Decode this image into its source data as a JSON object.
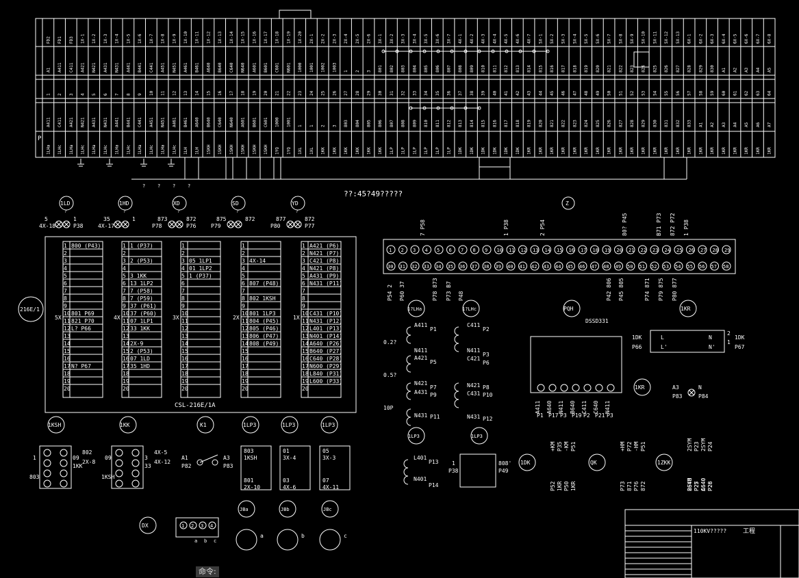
{
  "center_note": "??:45?49?????",
  "command_prompt": "命令:",
  "title_block": {
    "project": "110KV?????",
    "drawing": "工程"
  },
  "terminal_strip": {
    "left_label": "P",
    "row_a": [
      "FD2",
      "FD1",
      "FD3",
      "1X-1",
      "1X-2",
      "1X-3",
      "1X-4",
      "1X-5",
      "1X-6",
      "1X-7",
      "1X-8",
      "1X-9",
      "1X-10",
      "1X-11",
      "1X-12",
      "1X-13",
      "1X-14",
      "1X-15",
      "1X-16",
      "1X-17",
      "1X-18",
      "1X-19",
      "1X-20",
      "2X-1",
      "2X-2",
      "2X-3",
      "2X-4",
      "2X-5",
      "2X-6",
      "3X-1",
      "3X-2",
      "3X-3",
      "3X-4",
      "3X-5",
      "3X-6",
      "3X-7",
      "4X-1",
      "4X-2",
      "4X-3",
      "4X-4",
      "4X-5",
      "4X-6",
      "4X-7",
      "5X-1",
      "5X-2",
      "5X-3",
      "5X-4",
      "5X-5",
      "5X-6",
      "5X-7",
      "5X-8",
      "5X-9",
      "5X-10",
      "5X-11",
      "5X-12",
      "5X-13",
      "6X-1",
      "6X-2",
      "6X-3",
      "6X-4",
      "6X-5",
      "6X-6",
      "6X-7",
      "6X-8"
    ],
    "row_b": [
      "A1",
      "A411",
      "C411",
      "A421",
      "N421",
      "A431",
      "N431",
      "A441",
      "B441",
      "C441",
      "A451",
      "N451",
      "A461",
      "B461",
      "A640",
      "B640",
      "C640",
      "N640",
      "A601",
      "B601",
      "C601",
      "N601",
      "1000",
      "1001",
      "1002",
      "1003",
      "1",
      "2",
      "3",
      "801",
      "802",
      "803",
      "804",
      "805",
      "806",
      "807",
      "808",
      "809",
      "810",
      "811",
      "812",
      "813",
      "814",
      "815",
      "816",
      "817",
      "818",
      "819",
      "820",
      "821",
      "822",
      "823",
      "824",
      "825",
      "826",
      "827",
      "828",
      "829",
      "830",
      "A1",
      "A2",
      "A3",
      "A4",
      "A5"
    ],
    "row_c": [
      "1",
      "2",
      "3",
      "4",
      "5",
      "6",
      "7",
      "8",
      "9",
      "10",
      "11",
      "12",
      "13",
      "14",
      "15",
      "16",
      "17",
      "18",
      "19",
      "20",
      "21",
      "22",
      "23",
      "24",
      "25",
      "26",
      "27",
      "28",
      "29",
      "30",
      "31",
      "32",
      "33",
      "34",
      "35",
      "36",
      "37",
      "38",
      "39",
      "40",
      "41",
      "42",
      "43",
      "44",
      "45",
      "46",
      "47",
      "48",
      "49",
      "50",
      "51",
      "52",
      "53",
      "54",
      "55",
      "56",
      "57",
      "58",
      "59",
      "60",
      "61",
      "62",
      "63",
      "64"
    ],
    "row_d": [
      "A411",
      "C411",
      "A421",
      "N421",
      "A431",
      "N431",
      "A441",
      "B441",
      "C441",
      "A451",
      "N451",
      "A461",
      "B461",
      "A640",
      "B640",
      "C640",
      "N640",
      "A601",
      "B601",
      "C601",
      "1000",
      "1001",
      "1",
      "1",
      "2",
      "3",
      "803",
      "804",
      "805",
      "806",
      "807",
      "808",
      "809",
      "810",
      "811",
      "812",
      "813",
      "814",
      "815",
      "816",
      "817",
      "818",
      "819",
      "820",
      "821",
      "822",
      "823",
      "824",
      "825",
      "826",
      "827",
      "828",
      "829",
      "830",
      "831",
      "832",
      "833",
      "A1",
      "A2",
      "A3",
      "A4",
      "A5",
      "A6",
      "A7"
    ],
    "row_e": [
      "1LHa",
      "1LHc",
      "1LHa",
      "1LHc",
      "1LHa",
      "1LHc",
      "1LHa",
      "1LHc",
      "1LHa",
      "1LHc",
      "1LHa",
      "1LHc",
      "1LH",
      "1LH",
      "1SKH",
      "1SKH",
      "1SKH",
      "1SKH",
      "1SKH",
      "1SKH",
      "1YQ",
      "1YQ",
      "1XL",
      "1XL",
      "1KK",
      "1KK",
      "1KK",
      "1KK",
      "1KK",
      "1KK",
      "1LP",
      "1LP",
      "1LP",
      "1LP",
      "1LP",
      "1LP",
      "1DK",
      "1DK",
      "1DK",
      "1DK",
      "1DK",
      "1DK",
      "1KR",
      "1KR",
      "1KR",
      "1KR",
      "1KR",
      "1KR",
      "1KR",
      "1KR",
      "1KR",
      "1KR",
      "1KR",
      "1KR",
      "1KR",
      "1KR",
      "1KR",
      "1KR",
      "1KR",
      "1KR",
      "1KR",
      "1KR",
      "1KR",
      "1KR"
    ],
    "bottom_labels": [
      "?",
      "?",
      "?",
      "?"
    ]
  },
  "lamps": [
    {
      "tag": "1LD",
      "sub": "?",
      "left": "5",
      "left2": "4X-18",
      "right": "1",
      "right2": "P38"
    },
    {
      "tag": "1HD",
      "sub": "?",
      "left": "35",
      "left2": "4X-17",
      "right": "1",
      "right2": ""
    },
    {
      "tag": "XD",
      "sub": "?",
      "left": "873",
      "left2": "P78",
      "right": "872",
      "right2": "P76"
    },
    {
      "tag": "SD",
      "sub": "?",
      "left": "875",
      "left2": "P79",
      "right": "872",
      "right2": ""
    },
    {
      "tag": "YD",
      "sub": "?",
      "left": "877",
      "left2": "P80",
      "right": "872",
      "right2": "P77"
    }
  ],
  "relay_tag": "216E/1",
  "relay_caption": "CSL-216E/1A",
  "relay_cols": [
    {
      "row_prefix": "5X",
      "rows": [
        "800 (P43)",
        "",
        "",
        "",
        "",
        "",
        "",
        "",
        "",
        "801 P69",
        "821 P70",
        "L? P66",
        "",
        "",
        "",
        "",
        "N? P67",
        "",
        "",
        ""
      ]
    },
    {
      "row_prefix": "4X",
      "rows": [
        "1 (P37)",
        "",
        "2 (P53)",
        "",
        "3 1KK",
        "13 1LP2",
        "7 (P58)",
        "7 (P59)",
        "37 (P61)",
        "37 (P60)",
        "07 1LP1",
        "33 1KK",
        "",
        "2X-9",
        "2 (P53)",
        "07 1LD",
        "35 1HD",
        "",
        "",
        ""
      ]
    },
    {
      "row_prefix": "3X",
      "rows": [
        "",
        "",
        "05 1LP1",
        "01 1LP2",
        "1 (P37)",
        "",
        "",
        "",
        "",
        "",
        "",
        "",
        "",
        "",
        "",
        "",
        "",
        "",
        "",
        ""
      ]
    },
    {
      "row_prefix": "2X",
      "rows": [
        "",
        "",
        "4X-14",
        "",
        "",
        "807 (P48)",
        "",
        "802 1KSH",
        "",
        "801 1LP3",
        "804 (P45)",
        "805 (P46)",
        "806 (P47)",
        "808 (P49)",
        "",
        "",
        "",
        "",
        "",
        ""
      ]
    },
    {
      "row_prefix": "1X",
      "rows": [
        "A421 (P6)",
        "N421 (P7)",
        "C421 (P8)",
        "N421 (P8)",
        "A431 (P9)",
        "N431 (P11)",
        "",
        "",
        "",
        "C431 (P10)",
        "N431 (P12)",
        "L401 (P13)",
        "N401 (P14)",
        "A640 (P26)",
        "B640 (P27)",
        "C640 (P28)",
        "N600 (P29)",
        "L840 (P31)",
        "L600 (P33)",
        ""
      ]
    }
  ],
  "connector": {
    "tag": "Z",
    "top_nums": [
      "1",
      "2",
      "3",
      "4",
      "5",
      "6",
      "7",
      "8",
      "9",
      "10",
      "11",
      "12",
      "13",
      "14",
      "15",
      "16",
      "17",
      "18",
      "19",
      "20",
      "21",
      "22",
      "23",
      "24",
      "25",
      "26",
      "27",
      "28",
      "29"
    ],
    "bottom_nums": [
      "30",
      "31",
      "32",
      "33",
      "34",
      "35",
      "36",
      "37",
      "38",
      "39",
      "40",
      "41",
      "42",
      "43",
      "44",
      "45",
      "46",
      "47",
      "48",
      "49",
      "50",
      "51",
      "52",
      "53",
      "54",
      "55",
      "56",
      "57",
      "58"
    ],
    "top_labels": [
      "7  P58",
      "1  P38",
      "2  P54",
      "80?  P45",
      "B71  P73",
      "872  P72",
      "1  P38"
    ],
    "bottom_labels": [
      "P54 2",
      "P60 37",
      "P78 873",
      "P73 B7",
      "P48",
      "P42 806",
      "P45 805",
      "P74 871",
      "P79 875",
      "P80 877"
    ]
  },
  "ct_a": {
    "tag": "1?LHa",
    "labels": [
      "A411",
      "P1",
      "N411",
      "A421",
      "P5",
      "N421",
      "P7",
      "A431",
      "P9",
      "N431",
      "P11"
    ],
    "ratios": [
      "0.2?",
      "0.5?",
      "10P"
    ]
  },
  "ct_c": {
    "tag": "1?LHc",
    "labels": [
      "C411",
      "P2",
      "N411",
      "P3",
      "C421",
      "P6",
      "N421",
      "P8",
      "C431",
      "P10",
      "N431",
      "P12"
    ]
  },
  "pqh": {
    "tag": "PQH",
    "model": "DSSD331",
    "pins": [
      "A411",
      "A640",
      "N411",
      "B640",
      "C411",
      "C640",
      "N411"
    ],
    "bottom": [
      "P1",
      "P17",
      "P3",
      "P19",
      "P2",
      "P21",
      "P3"
    ]
  },
  "kr_top": {
    "tag": "1KR",
    "rows": [
      {
        "l": "1DK",
        "l2": "P66",
        "a": "L",
        "a2": "L'",
        "b": "N",
        "b2": "N'",
        "r": "1DK",
        "r2": "P67",
        "n1": "2",
        "n2": "1"
      }
    ]
  },
  "kr_lamp": {
    "tag": "1KR",
    "a": "A3",
    "a2": "P83",
    "b": "N",
    "b2": "P84"
  },
  "switches": [
    {
      "tag": "1KSH",
      "left": "1",
      "left2": "803",
      "right": "09",
      "right2": "1KK",
      "right3": "802",
      "right4": "2X-8"
    },
    {
      "tag": "1KK",
      "left": "09",
      "left2": "1KSH",
      "right": "3",
      "right2": "33",
      "right3": "4X-5",
      "right4": "4X-12"
    }
  ],
  "k1": {
    "tag": "K1",
    "a": "A1",
    "a2": "P82",
    "b": "A3",
    "b2": "P83"
  },
  "lp_blocks": [
    {
      "tag": "1LP3",
      "top": "803",
      "top2": "1KSH",
      "bot": "801",
      "bot2": "2X-10"
    },
    {
      "tag": "1LP3",
      "top": "01",
      "top2": "3X-4",
      "bot": "03",
      "bot2": "4X-6"
    },
    {
      "tag": "1LP3",
      "top": "05",
      "top2": "3X-3",
      "bot": "07",
      "bot2": "4X-11"
    }
  ],
  "lp_coil": {
    "tag": "1LP3",
    "labels": [
      "L401",
      "P13",
      "N401",
      "P14"
    ]
  },
  "lp_sw": {
    "tag": "1LP3",
    "labels": [
      "1",
      "P38",
      "808'",
      "P49"
    ]
  },
  "contacts": [
    {
      "tag": "1DK",
      "labels": [
        "+KM",
        "P35",
        "-KM",
        "P51",
        "P52",
        "1KR",
        "P50",
        "1KR"
      ]
    },
    {
      "tag": "QK",
      "labels": [
        "+HM",
        "P72",
        "-HM",
        "P51",
        "P73",
        "871",
        "P76",
        "872"
      ]
    },
    {
      "tag": "1ZKK",
      "labels": [
        "2SYM",
        "P23",
        "2SYM",
        "P24",
        "2SYM",
        "P25",
        "A640",
        "P26",
        "B640",
        "P27",
        "C640",
        "P28"
      ]
    }
  ],
  "dx": {
    "tag": "DX",
    "pins": [
      "1",
      "2",
      "3",
      "4"
    ],
    "sub": [
      "a",
      "b",
      "c"
    ]
  },
  "jb": [
    {
      "tag": "JBa",
      "label": "a"
    },
    {
      "tag": "JBb",
      "label": "b"
    },
    {
      "tag": "JBc",
      "label": "c"
    }
  ]
}
